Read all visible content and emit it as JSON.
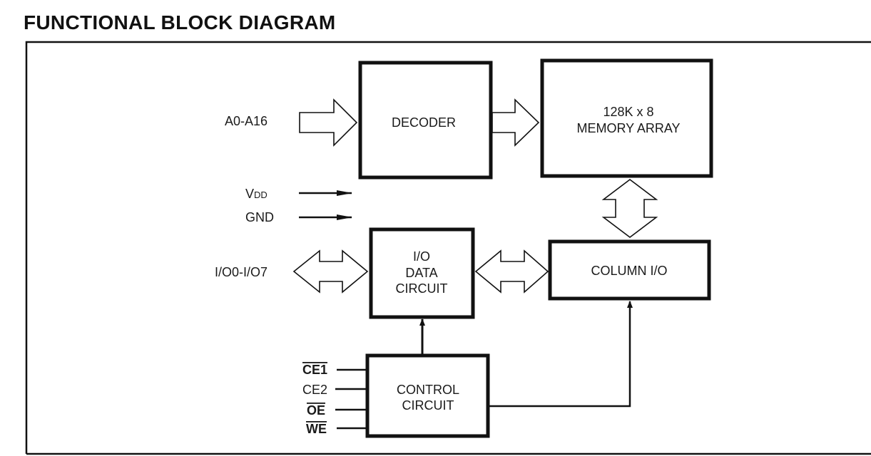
{
  "title": "FUNCTIONAL BLOCK DIAGRAM",
  "blocks": {
    "decoder": "DECODER",
    "memory_line1": "128K x 8",
    "memory_line2": "MEMORY ARRAY",
    "io_line1": "I/O",
    "io_line2": "DATA",
    "io_line3": "CIRCUIT",
    "column_io": "COLUMN I/O",
    "control_line1": "CONTROL",
    "control_line2": "CIRCUIT"
  },
  "signals": {
    "address": "A0-A16",
    "vdd_main": "V",
    "vdd_sub": "DD",
    "gnd": "GND",
    "io": "I/O0-I/O7",
    "ce1": "CE1",
    "ce2": "CE2",
    "oe": "OE",
    "we": "WE"
  }
}
